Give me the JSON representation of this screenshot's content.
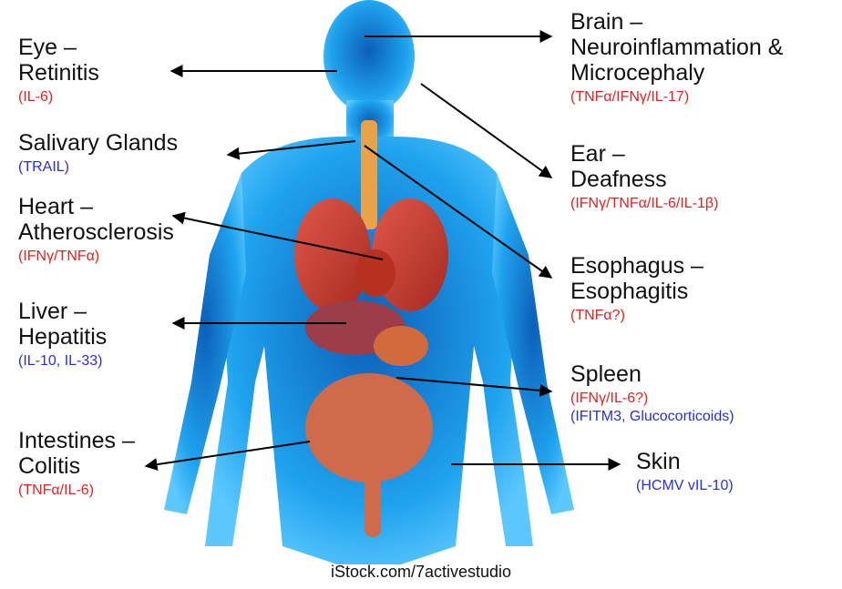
{
  "colors": {
    "body_glow": "#1fa3ee",
    "body_core": "#0c5fb8",
    "organ_red": "#c93a2c",
    "arrow": "#000000",
    "label_red": "#e8201e",
    "label_blue": "#2a2ee0",
    "text": "#111111"
  },
  "labels": {
    "eye": {
      "lines": [
        "Eye –",
        "Retinitis"
      ],
      "cytokines": "(IL-6)",
      "cyto_color": "red"
    },
    "salivary": {
      "lines": [
        "Salivary Glands"
      ],
      "cytokines": "(TRAIL)",
      "cyto_color": "blue"
    },
    "heart": {
      "lines": [
        "Heart –",
        "Atherosclerosis"
      ],
      "cytokines": "(IFNγ/TNFα)",
      "cyto_color": "red"
    },
    "liver": {
      "lines": [
        "Liver –",
        "Hepatitis"
      ],
      "cytokines": "(IL-10, IL-33)",
      "cyto_color": "blue"
    },
    "intestines": {
      "lines": [
        "Intestines –",
        "Colitis"
      ],
      "cytokines": "(TNFα/IL-6)",
      "cyto_color": "red"
    },
    "brain": {
      "lines": [
        "Brain –",
        "Neuroinflammation &",
        "Microcephaly"
      ],
      "cytokines": "(TNFα/IFNγ/IL-17)",
      "cyto_color": "red"
    },
    "ear": {
      "lines": [
        "Ear –",
        "Deafness"
      ],
      "cytokines": "(IFNγ/TNFα/IL-6/IL-1β)",
      "cyto_color": "red"
    },
    "esophagus": {
      "lines": [
        "Esophagus –",
        "Esophagitis"
      ],
      "cytokines": "(TNFα?)",
      "cyto_color": "red"
    },
    "spleen": {
      "lines": [
        "Spleen"
      ],
      "cytokines": "(IFNγ/IL-6?)",
      "cyto_color": "red",
      "cytokines2": "(IFITM3, Glucocorticoids)",
      "cyto2_color": "blue"
    },
    "skin": {
      "lines": [
        "Skin"
      ],
      "cytokines": "(HCMV vIL-10)",
      "cyto_color": "blue"
    }
  },
  "credit": "iStock.com/7activestudio"
}
